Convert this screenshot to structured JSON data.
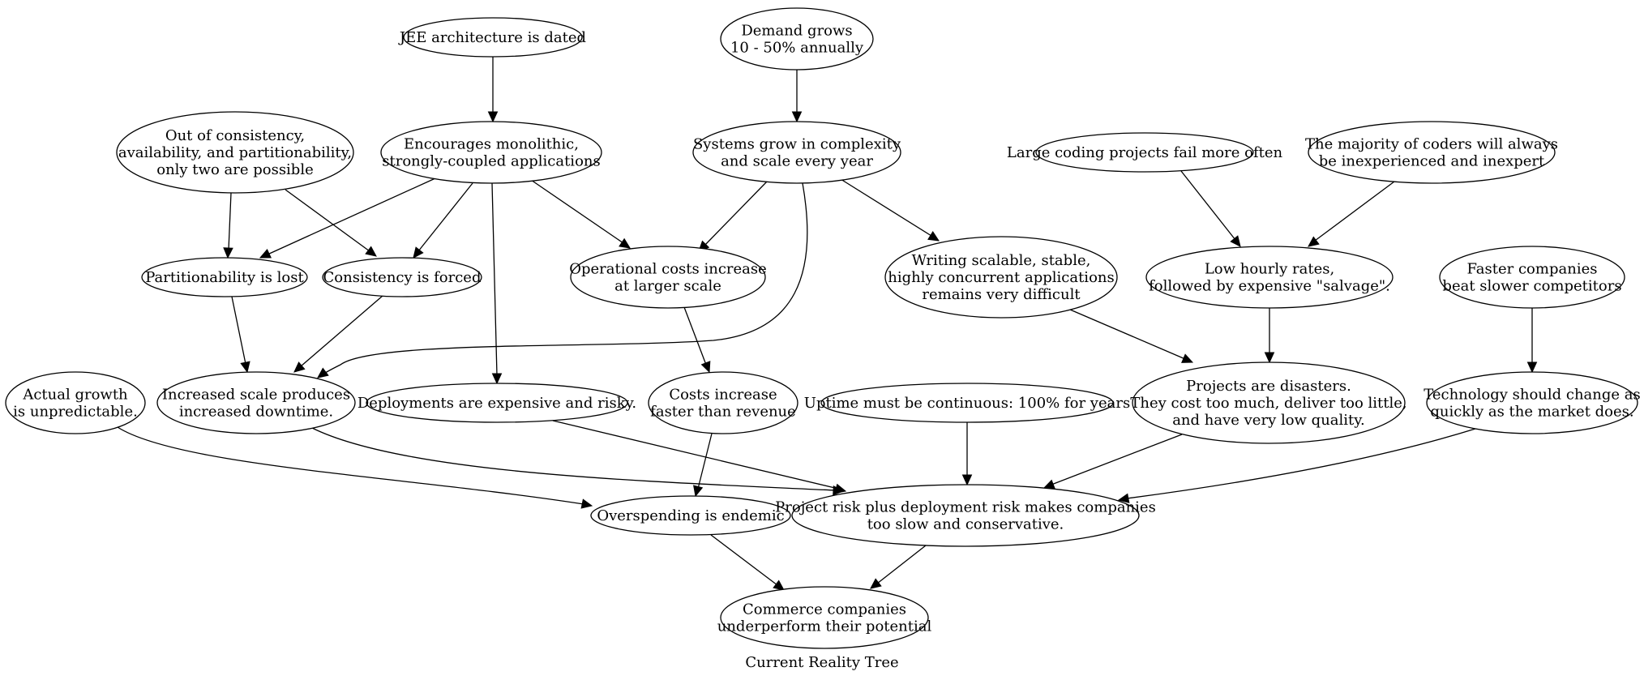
{
  "caption": "Current Reality Tree",
  "nodes": [
    {
      "id": "jee",
      "lines": [
        "JEE architecture is dated"
      ]
    },
    {
      "id": "demand",
      "lines": [
        "Demand grows",
        "10 - 50% annually"
      ]
    },
    {
      "id": "cap",
      "lines": [
        "Out of consistency,",
        "availability, and partitionability,",
        "only two are possible"
      ]
    },
    {
      "id": "mono",
      "lines": [
        "Encourages monolithic,",
        "strongly-coupled applications"
      ]
    },
    {
      "id": "sysgrow",
      "lines": [
        "Systems grow in complexity",
        "and scale every year"
      ]
    },
    {
      "id": "largefail",
      "lines": [
        "Large coding projects fail more often"
      ]
    },
    {
      "id": "coders",
      "lines": [
        "The majority of coders will always",
        "be inexperienced and inexpert"
      ]
    },
    {
      "id": "partlost",
      "lines": [
        "Partitionability is lost"
      ]
    },
    {
      "id": "consforced",
      "lines": [
        "Consistency is forced"
      ]
    },
    {
      "id": "opcost",
      "lines": [
        "Operational costs increase",
        "at larger scale"
      ]
    },
    {
      "id": "writing",
      "lines": [
        "Writing scalable, stable,",
        "highly concurrent applications",
        "remains very difficult"
      ]
    },
    {
      "id": "lowrates",
      "lines": [
        "Low hourly rates,",
        "followed by expensive \"salvage\"."
      ]
    },
    {
      "id": "faster",
      "lines": [
        "Faster companies",
        "beat slower competitors"
      ]
    },
    {
      "id": "actual",
      "lines": [
        "Actual growth",
        "is unpredictable."
      ]
    },
    {
      "id": "downtime",
      "lines": [
        "Increased scale produces",
        "increased downtime."
      ]
    },
    {
      "id": "deploy",
      "lines": [
        "Deployments are expensive and risky."
      ]
    },
    {
      "id": "costs",
      "lines": [
        "Costs increase",
        "faster than revenue"
      ]
    },
    {
      "id": "uptime",
      "lines": [
        "Uptime must be continuous: 100% for years"
      ]
    },
    {
      "id": "disasters",
      "lines": [
        "Projects are disasters.",
        "They cost too much, deliver too little,",
        "and have very low quality."
      ]
    },
    {
      "id": "tech",
      "lines": [
        "Technology should change as",
        "quickly as the market does."
      ]
    },
    {
      "id": "overspend",
      "lines": [
        "Overspending is endemic"
      ]
    },
    {
      "id": "risk",
      "lines": [
        "Project risk plus deployment risk makes companies",
        "too slow and conservative."
      ]
    },
    {
      "id": "commerce",
      "lines": [
        "Commerce companies",
        "underperform their potential"
      ]
    }
  ],
  "edges": [
    {
      "from": "jee",
      "to": "mono"
    },
    {
      "from": "demand",
      "to": "sysgrow"
    },
    {
      "from": "cap",
      "to": "partlost"
    },
    {
      "from": "cap",
      "to": "consforced"
    },
    {
      "from": "mono",
      "to": "partlost"
    },
    {
      "from": "mono",
      "to": "consforced"
    },
    {
      "from": "mono",
      "to": "deploy"
    },
    {
      "from": "mono",
      "to": "opcost"
    },
    {
      "from": "sysgrow",
      "to": "opcost"
    },
    {
      "from": "sysgrow",
      "to": "downtime"
    },
    {
      "from": "sysgrow",
      "to": "writing"
    },
    {
      "from": "largefail",
      "to": "lowrates"
    },
    {
      "from": "coders",
      "to": "lowrates"
    },
    {
      "from": "partlost",
      "to": "downtime"
    },
    {
      "from": "consforced",
      "to": "downtime"
    },
    {
      "from": "opcost",
      "to": "costs"
    },
    {
      "from": "writing",
      "to": "disasters"
    },
    {
      "from": "lowrates",
      "to": "disasters"
    },
    {
      "from": "faster",
      "to": "tech"
    },
    {
      "from": "actual",
      "to": "overspend"
    },
    {
      "from": "downtime",
      "to": "risk"
    },
    {
      "from": "deploy",
      "to": "risk"
    },
    {
      "from": "costs",
      "to": "overspend"
    },
    {
      "from": "uptime",
      "to": "risk"
    },
    {
      "from": "disasters",
      "to": "risk"
    },
    {
      "from": "tech",
      "to": "risk"
    },
    {
      "from": "overspend",
      "to": "commerce"
    },
    {
      "from": "risk",
      "to": "commerce"
    }
  ]
}
